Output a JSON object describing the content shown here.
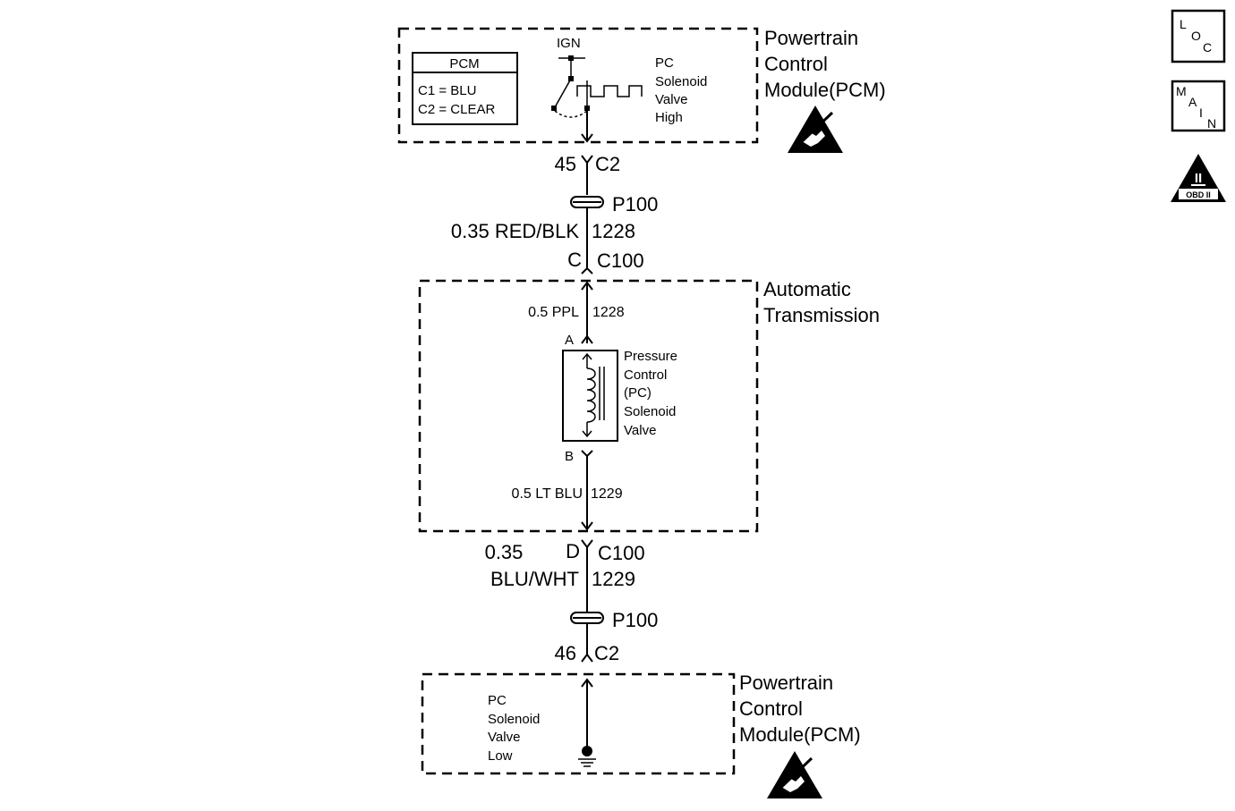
{
  "pcm_top": {
    "title_lines": [
      "Powertrain",
      "Control",
      "Module(PCM)"
    ],
    "legend": {
      "header": "PCM",
      "rows": [
        "C1 = BLU",
        "C2 = CLEAR"
      ]
    },
    "ign_label": "IGN",
    "valve_lines": [
      "PC",
      "Solenoid",
      "Valve",
      "High"
    ]
  },
  "connector_top_pcm": {
    "pin": "45",
    "name": "C2"
  },
  "splice_top": {
    "name": "P100"
  },
  "wire_upper": {
    "gauge_color": "0.35 RED/BLK",
    "circuit": "1228"
  },
  "connector_c100_top": {
    "pin": "C",
    "name": "C100"
  },
  "transmission": {
    "title_lines": [
      "Automatic",
      "Transmission"
    ],
    "wire_a": {
      "gauge_color": "0.5 PPL",
      "circuit": "1228"
    },
    "pin_a": "A",
    "pin_b": "B",
    "solenoid_lines": [
      "Pressure",
      "Control",
      "(PC)",
      "Solenoid",
      "Valve"
    ],
    "wire_b": {
      "gauge_color": "0.5 LT BLU",
      "circuit": "1229"
    }
  },
  "connector_c100_bottom": {
    "pin": "D",
    "name": "C100"
  },
  "wire_lower": {
    "gauge_line1": "0.35",
    "gauge_line2": "BLU/WHT",
    "circuit": "1229"
  },
  "splice_bottom": {
    "name": "P100"
  },
  "connector_bottom_pcm": {
    "pin": "46",
    "name": "C2"
  },
  "pcm_bottom": {
    "title_lines": [
      "Powertrain",
      "Control",
      "Module(PCM)"
    ],
    "valve_lines": [
      "PC",
      "Solenoid",
      "Valve",
      "Low"
    ]
  },
  "nav": {
    "loc": [
      "L",
      "O",
      "C"
    ],
    "main": [
      "M",
      "A",
      "I",
      "N"
    ],
    "obd": {
      "symbol": "II",
      "label": "OBD II"
    }
  },
  "icons": [
    "esd-warning-icon",
    "loc-icon",
    "main-icon",
    "obd-ii-icon",
    "ground-icon"
  ]
}
